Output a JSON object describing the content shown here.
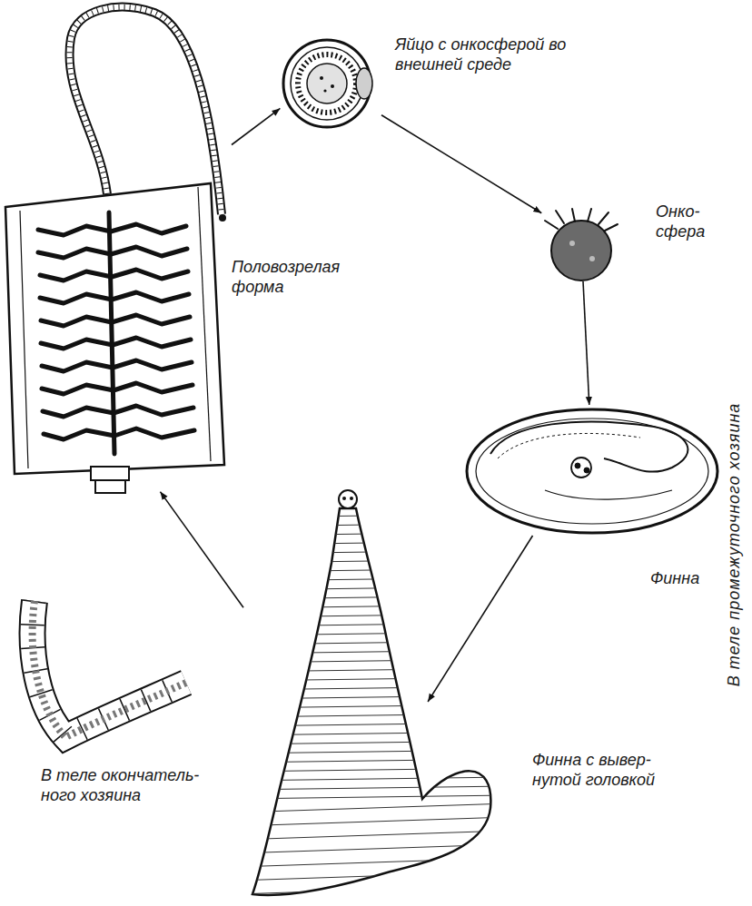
{
  "diagram": {
    "nodes": [
      {
        "text": [
          "Половозрелая форма"
        ]
      },
      {
        "text": [
          "Яйцо с онкосферой во внешней среде"
        ]
      },
      {
        "text": [
          "Онко- сфера"
        ]
      },
      {
        "text": [
          "Финна"
        ]
      },
      {
        "text": [
          "Финна с вывер- нутой головкой"
        ]
      }
    ],
    "edges": [
      {
        "from": 0,
        "to": 1,
        "arrow": "to"
      },
      {
        "from": 1,
        "to": 2,
        "arrow": "to"
      },
      {
        "from": 2,
        "to": 3,
        "arrow": "to"
      },
      {
        "from": 3,
        "to": 4,
        "arrow": "to"
      },
      {
        "from": 4,
        "to": 0,
        "arrow": "to"
      }
    ],
    "labels": [
      "В теле окончатель- ного хозяина",
      "В теле промежуточного хозяина"
    ]
  }
}
